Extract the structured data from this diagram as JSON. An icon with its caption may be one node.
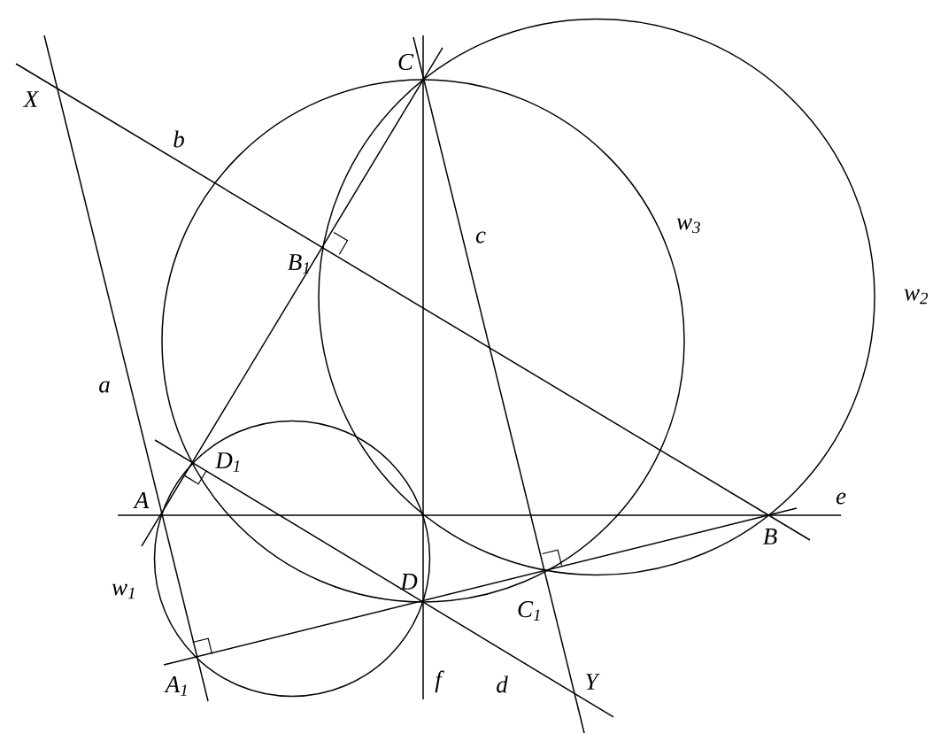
{
  "diagram": {
    "labels": [
      "X",
      "C",
      "b",
      "B$_{1}$",
      "c",
      "w$_{3}$",
      "w$_{2}$",
      "a",
      "D$_{1}$",
      "A",
      "e",
      "B",
      "w$_{1}$",
      "D",
      "C$_{1}$",
      "A$_{1}$",
      "f",
      "d",
      "Y"
    ]
  }
}
